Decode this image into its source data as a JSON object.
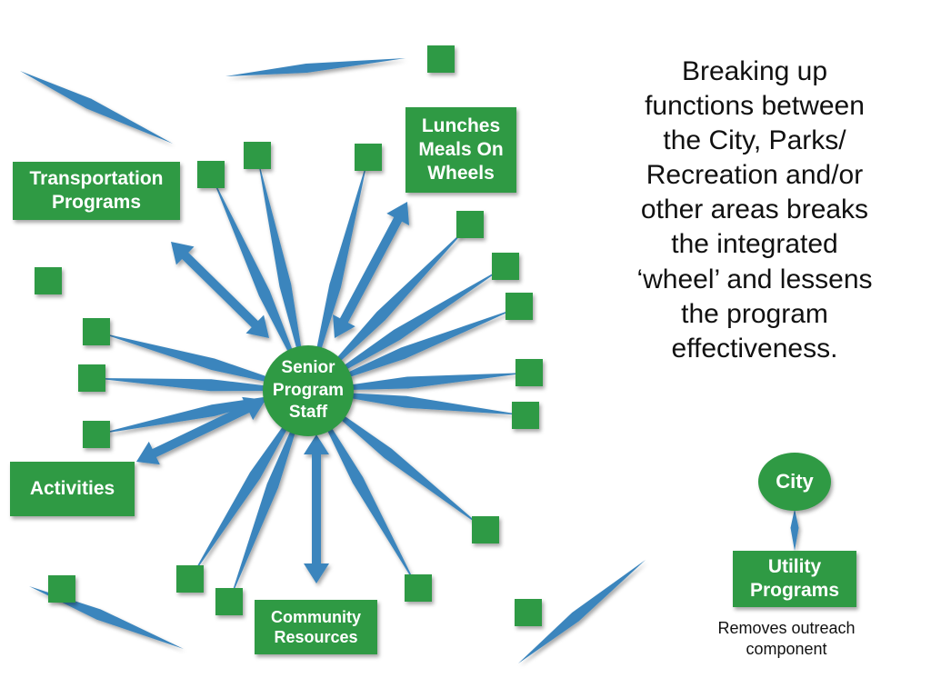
{
  "slide": {
    "main_text": "Breaking up\nfunctions between\nthe City, Parks/\nRecreation and/or\nother areas breaks\nthe integrated\n‘wheel’ and lessens\nthe program\neffectiveness.",
    "note_text": "Removes outreach\ncomponent"
  },
  "wheel": {
    "hub_label": "Senior\nProgram\nStaff",
    "transportation_label": "Transportation\nPrograms",
    "lunches_label": "Lunches\nMeals On\nWheels",
    "activities_label": "Activities",
    "community_label": "Community\nResources"
  },
  "separated": {
    "city_label": "City",
    "utility_label": "Utility\nPrograms"
  },
  "colors": {
    "node_green": "#2f9a44",
    "arrow_blue": "#3b85bd",
    "text_dark": "#111111"
  }
}
